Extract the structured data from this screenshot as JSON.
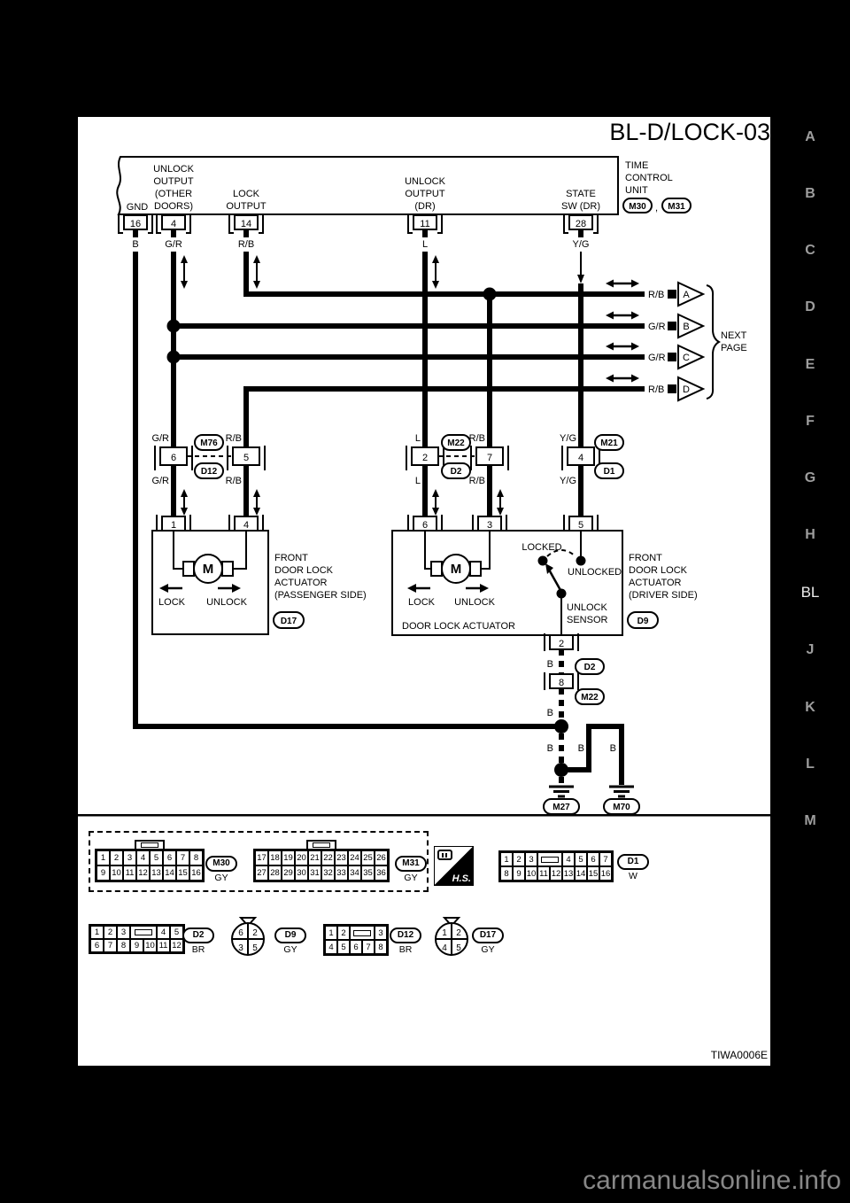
{
  "colors": {
    "background": "#000000",
    "paper": "#ffffff",
    "ink": "#000000",
    "sidebar_letter": "#9e9e9e",
    "sidebar_active": "#ececec",
    "watermark": "#878787"
  },
  "title": "BL-D/LOCK-03",
  "page_code": "TIWA0006E",
  "watermark": "carmanualsonline.info",
  "sidebar": {
    "letters": [
      "A",
      "B",
      "C",
      "D",
      "E",
      "F",
      "G",
      "H",
      "BL",
      "J",
      "K",
      "L",
      "M"
    ],
    "active": "BL"
  },
  "tcu": {
    "unit_lines": [
      "TIME",
      "CONTROL",
      "UNIT"
    ],
    "conn_a": "M30",
    "separator": ",",
    "conn_b": "M31",
    "labels": {
      "gnd": "GND",
      "unlock_other": [
        "UNLOCK",
        "OUTPUT",
        "(OTHER",
        "DOORS)"
      ],
      "lock": [
        "LOCK",
        "OUTPUT"
      ],
      "unlock_dr": [
        "UNLOCK",
        "OUTPUT",
        "(DR)"
      ],
      "state": [
        "STATE",
        "SW (DR)"
      ]
    },
    "pins": {
      "gnd": "16",
      "unlock_other": "4",
      "lock": "14",
      "unlock_dr": "11",
      "state": "28"
    },
    "wires": {
      "gnd": "B",
      "unlock_other": "G/R",
      "lock": "R/B",
      "unlock_dr": "L",
      "state": "Y/G"
    }
  },
  "next_page": {
    "rails": [
      {
        "wire": "R/B",
        "tag": "A"
      },
      {
        "wire": "G/R",
        "tag": "B"
      },
      {
        "wire": "G/R",
        "tag": "C"
      },
      {
        "wire": "R/B",
        "tag": "D"
      }
    ],
    "label": [
      "NEXT",
      "PAGE"
    ]
  },
  "mid": {
    "left": {
      "top": [
        "G/R",
        "R/B"
      ],
      "pins": [
        "6",
        "5"
      ],
      "bottom": [
        "G/R",
        "R/B"
      ],
      "upper": "M76",
      "lower": "D12"
    },
    "center": {
      "top": [
        "L",
        "R/B"
      ],
      "pins": [
        "2",
        "7"
      ],
      "bottom": [
        "L",
        "R/B"
      ],
      "upper": "M22",
      "lower": "D2"
    },
    "right": {
      "top": "Y/G",
      "pin": "4",
      "bottom": "Y/G",
      "upper": "M21",
      "lower": "D1"
    }
  },
  "passenger": {
    "pins": [
      "1",
      "4"
    ],
    "motor": "M",
    "lock": "LOCK",
    "unlock": "UNLOCK",
    "desc": [
      "FRONT",
      "DOOR LOCK",
      "ACTUATOR",
      "(PASSENGER SIDE)"
    ],
    "connector": "D17"
  },
  "driver": {
    "pins": [
      "6",
      "3",
      "5"
    ],
    "motor": "M",
    "lock": "LOCK",
    "unlock": "UNLOCK",
    "name": "DOOR LOCK ACTUATOR",
    "locked": "LOCKED",
    "unlocked": "UNLOCKED",
    "sensor": [
      "UNLOCK",
      "SENSOR"
    ],
    "desc": [
      "FRONT",
      "DOOR LOCK",
      "ACTUATOR",
      "(DRIVER SIDE)"
    ],
    "connector": "D9",
    "bottom_pin": "2"
  },
  "chain": {
    "w1": "B",
    "c1": "D2",
    "pin": "8",
    "c2": "M22",
    "w2": "B",
    "w3": "B",
    "w4": "B",
    "w5": "B",
    "gl": "M27",
    "gr": "M70"
  },
  "views": {
    "m30": {
      "label": "M30",
      "color": "GY",
      "row1": [
        "1",
        "2",
        "3",
        "4",
        "5",
        "6",
        "7",
        "8"
      ],
      "row2": [
        "9",
        "10",
        "11",
        "12",
        "13",
        "14",
        "15",
        "16"
      ]
    },
    "m31": {
      "label": "M31",
      "color": "GY",
      "row1": [
        "17",
        "18",
        "19",
        "20",
        "21",
        "22",
        "23",
        "24",
        "25",
        "26"
      ],
      "row2": [
        "27",
        "28",
        "29",
        "30",
        "31",
        "32",
        "33",
        "34",
        "35",
        "36"
      ]
    },
    "hs": {
      "label": "H.S."
    },
    "d1": {
      "label": "D1",
      "color": "W",
      "r1a": [
        "1",
        "2",
        "3"
      ],
      "r1b": [
        "4",
        "5",
        "6",
        "7"
      ],
      "r2": [
        "8",
        "9",
        "10",
        "11",
        "12",
        "13",
        "14",
        "15",
        "16"
      ]
    },
    "d2": {
      "label": "D2",
      "color": "BR",
      "r1a": [
        "1",
        "2",
        "3"
      ],
      "r1b": [
        "4",
        "5"
      ],
      "r2": [
        "6",
        "7",
        "8",
        "9",
        "10",
        "11",
        "12"
      ]
    },
    "d9": {
      "label": "D9",
      "color": "GY",
      "quads": [
        "6",
        "2",
        "3",
        "5"
      ]
    },
    "d12": {
      "label": "D12",
      "color": "BR",
      "r1a": [
        "1",
        "2"
      ],
      "r1b": [
        "3"
      ],
      "r2": [
        "4",
        "5",
        "6",
        "7",
        "8"
      ]
    },
    "d17": {
      "label": "D17",
      "color": "GY",
      "quads": [
        "1",
        "2",
        "4",
        "5"
      ]
    }
  }
}
